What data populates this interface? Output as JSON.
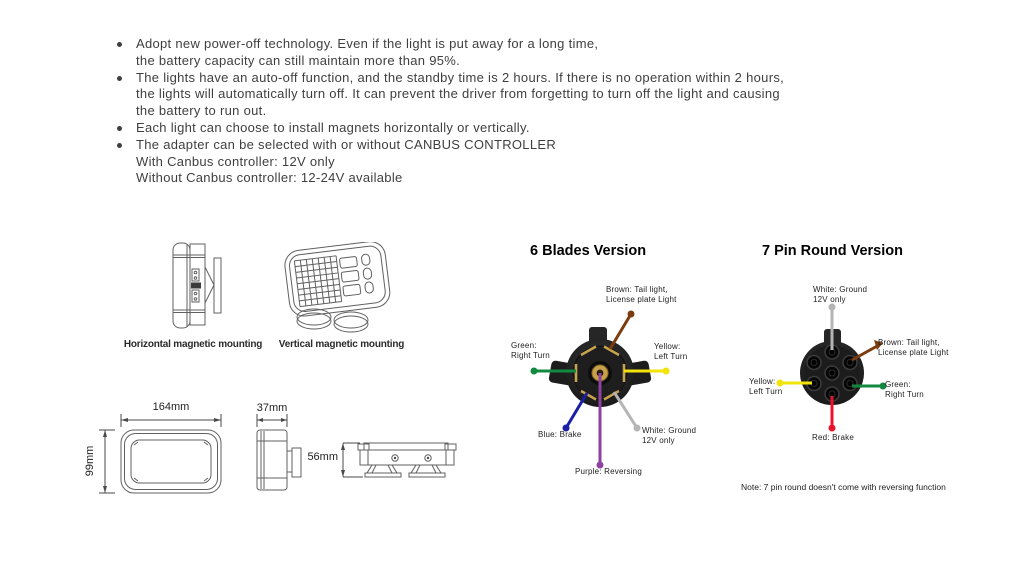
{
  "bullets": [
    [
      "Adopt new power-off technology. Even if the light is put away for a long time,",
      "the battery capacity can still maintain more than 95%."
    ],
    [
      "The lights have an auto-off function, and the standby time is 2 hours. If there is no operation within 2 hours,",
      "the lights will automatically turn off. It can prevent the driver from forgetting to turn off the light and causing",
      "the battery to run out."
    ],
    [
      "Each light can choose to install magnets horizontally or vertically."
    ],
    [
      "The adapter can be selected with or without CANBUS CONTROLLER",
      "With Canbus controller: 12V only",
      "Without Canbus controller: 12-24V available"
    ]
  ],
  "mounting": {
    "horizontal_label": "Horizontal magnetic mounting",
    "vertical_label": "Vertical magnetic mounting"
  },
  "dimensions": {
    "width_label": "164mm",
    "height_label": "99mm",
    "depth_label": "37mm",
    "total_height_label": "56mm"
  },
  "six_blade": {
    "title": "6 Blades Version",
    "brown_line1": "Brown: Tail light,",
    "brown_line2": "License plate Light",
    "green_line1": "Green:",
    "green_line2": "Right Turn",
    "yellow_line1": "Yellow:",
    "yellow_line2": "Left Turn",
    "blue_label": "Blue: Brake",
    "white_line1": "White: Ground",
    "white_line2": "12V only",
    "purple_label": "Purple: Reversing"
  },
  "seven_pin": {
    "title": "7 Pin Round Version",
    "white_line1": "White: Ground",
    "white_line2": "12V only",
    "brown_line1": "Brown: Tail light,",
    "brown_line2": "License plate Light",
    "yellow_line1": "Yellow:",
    "yellow_line2": "Left Turn",
    "green_line1": "Green:",
    "green_line2": "Right Turn",
    "red_label": "Red: Brake",
    "note": "Note: 7 pin round doesn't come with reversing function"
  },
  "wire_colors": {
    "brown": "#7b3c0e",
    "green": "#12893f",
    "yellow": "#f2e40a",
    "blue": "#1b1fa8",
    "purple": "#8d42a0",
    "white": "#b5b5b5",
    "red": "#e8132c"
  }
}
